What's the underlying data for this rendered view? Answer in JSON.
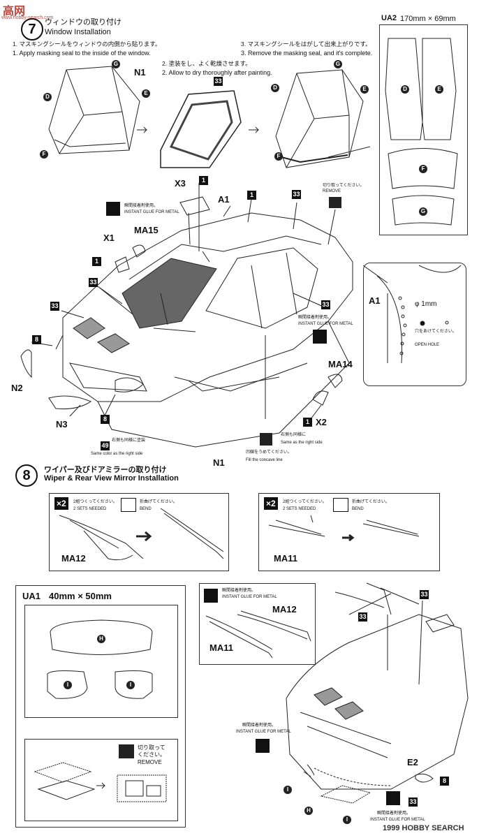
{
  "watermark": {
    "top_logo": "高网",
    "top_url": "www.hobby-search.com",
    "bottom_logo": "1999 HOBBY SEARCH"
  },
  "step7": {
    "number": "7",
    "title_jp": "ウィンドウの取り付け",
    "title_en": "Window Installation",
    "s1_jp": "1. マスキングシールをウィンドウの内側から貼ります。",
    "s1_en": "1. Apply masking seal to the inside of the window.",
    "s2_jp": "2. 塗装をし、よく乾燥させます。",
    "s2_en": "2. Allow to dry thoroughly after painting.",
    "s3_jp": "3. マスキングシールをはがして出来上がりです。",
    "s3_en": "3. Remove the masking seal, and it's complete."
  },
  "ua2": {
    "title": "UA2",
    "size": "170mm × 69mm"
  },
  "letters": {
    "D": "D",
    "E": "E",
    "F": "F",
    "G": "G",
    "H": "H",
    "I": "I"
  },
  "parts": {
    "N1": "N1",
    "N2": "N2",
    "N3": "N3",
    "A1": "A1",
    "X1": "X1",
    "X2": "X2",
    "X3": "X3",
    "MA11": "MA11",
    "MA12": "MA12",
    "MA14": "MA14",
    "MA15": "MA15",
    "E2": "E2"
  },
  "colors": {
    "c1": "1",
    "c8": "8",
    "c33": "33",
    "c49": "49"
  },
  "notes": {
    "glue_jp": "瞬間接着剤使用。",
    "glue_en": "INSTANT GLUE FOR METAL",
    "remove_jp": "切り取ってください。",
    "remove_en": "REMOVE",
    "hole_size": "φ 1mm",
    "hole_jp": "穴をあけてください。",
    "hole_en": "OPEN HOLE",
    "same_jp": "右側も同様に塗装",
    "same_en": "Same color as the right side",
    "same2_jp": "右側も同様に",
    "same2_en": "Same as the right side",
    "fill_jp": "凹線をうめてください。",
    "fill_en": "Fill the concave line",
    "two_sets_jp": "2組つくってください。",
    "two_sets_en": "2 SETS NEEDED",
    "bend_jp": "折曲げてください。",
    "bend_en": "BEND",
    "x2": "×2",
    "remove2_jp1": "切り取って",
    "remove2_jp2": "ください。"
  },
  "step8": {
    "number": "8",
    "title_jp": "ワイパー及びドアミラーの取り付け",
    "title_en": "Wiper & Rear View Mirror Installation"
  },
  "ua1": {
    "title": "UA1",
    "size": "40mm × 50mm"
  }
}
